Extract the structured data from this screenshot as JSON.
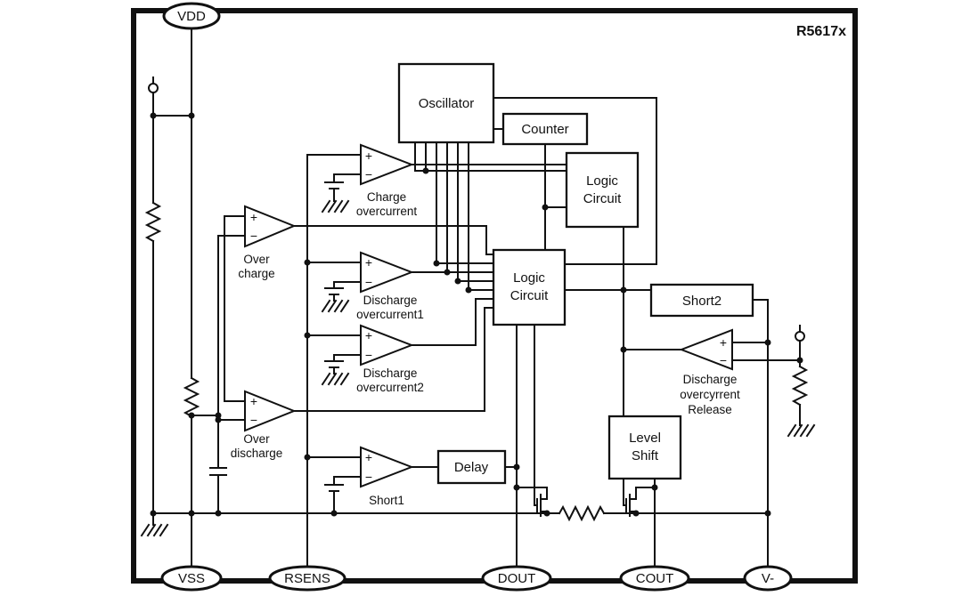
{
  "title": "R5617x",
  "colors": {
    "line": "#111111",
    "background": "#ffffff"
  },
  "pins": {
    "vdd": "VDD",
    "vss": "VSS",
    "rsens": "RSENS",
    "dout": "DOUT",
    "cout": "COUT",
    "vminus": "V-"
  },
  "blocks": {
    "oscillator": "Oscillator",
    "counter": "Counter",
    "logic_top_line1": "Logic",
    "logic_top_line2": "Circuit",
    "logic_mid_line1": "Logic",
    "logic_mid_line2": "Circuit",
    "short2": "Short2",
    "level_shift_line1": "Level",
    "level_shift_line2": "Shift",
    "delay": "Delay"
  },
  "comparators": {
    "plus": "+",
    "minus": "−",
    "charge_oc_line1": "Charge",
    "charge_oc_line2": "overcurrent",
    "discharge_oc1_line1": "Discharge",
    "discharge_oc1_line2": "overcurrent1",
    "discharge_oc2_line1": "Discharge",
    "discharge_oc2_line2": "overcurrent2",
    "over_charge_line1": "Over",
    "over_charge_line2": "charge",
    "over_discharge_line1": "Over",
    "over_discharge_line2": "discharge",
    "short1": "Short1",
    "release_line1": "Discharge",
    "release_line2": "overcyrrent",
    "release_line3": "Release"
  }
}
